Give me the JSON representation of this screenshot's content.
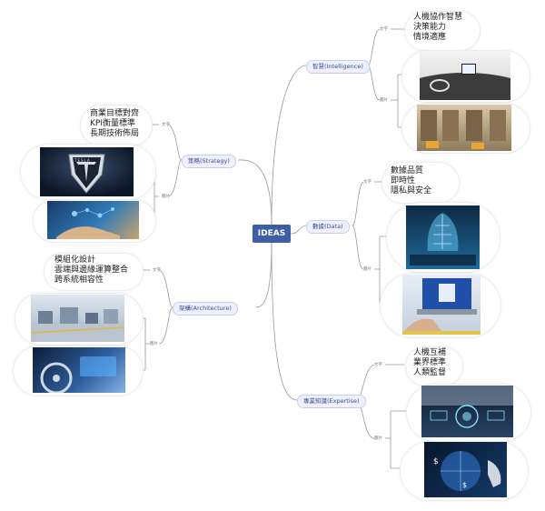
{
  "center": "IDEAS",
  "strategy": {
    "label": "策略(Strategy)",
    "sub_text": "文字",
    "sub_image": "圖片",
    "lines": [
      "商業目標對齊",
      "KPI衡量標準",
      "長期技術佈局"
    ],
    "logo_text": "TESLA"
  },
  "architecture": {
    "label": "架構(Architecture)",
    "sub_text": "文字",
    "sub_image": "圖片",
    "lines": [
      "模組化設計",
      "雲端與邊緣運算整合",
      "跨系統相容性"
    ]
  },
  "intelligence": {
    "label": "智慧(Intelligence)",
    "sub_text": "文字",
    "sub_image": "圖片",
    "lines": [
      "人機協作智慧",
      "決策能力",
      "情境適應"
    ]
  },
  "data": {
    "label": "數據(Data)",
    "sub_text": "文字",
    "sub_image": "圖片",
    "lines": [
      "數據品質",
      "即時性",
      "隱私與安全"
    ]
  },
  "expertise": {
    "label": "專業知識(Expertise)",
    "sub_text": "文字",
    "sub_image": "圖片",
    "lines": [
      "人機互補",
      "業界標準",
      "人類監督"
    ]
  },
  "colors": {
    "accent": "#3f5ea8",
    "line": "#999999"
  }
}
